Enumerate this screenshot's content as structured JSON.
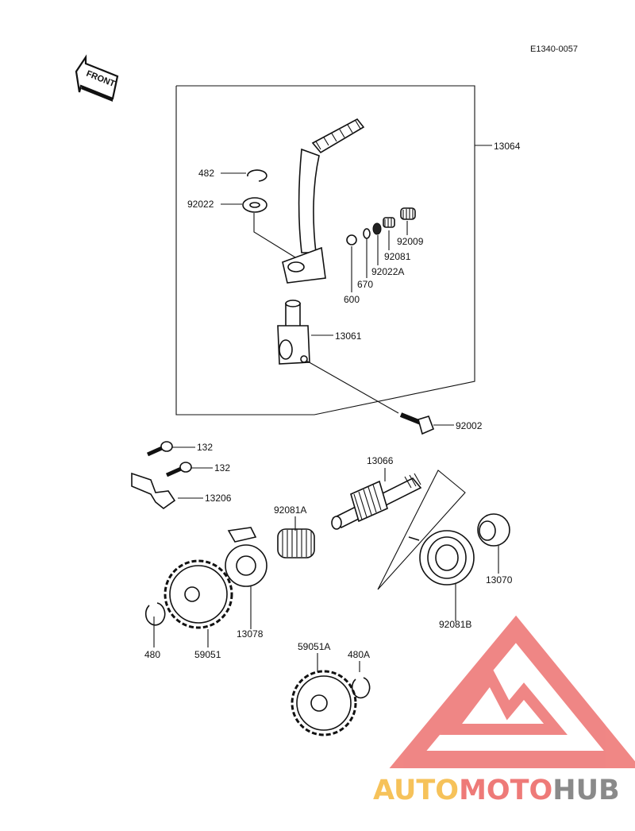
{
  "diagram_code": "E1340-0057",
  "front_label": "FRONT",
  "parts": {
    "p482": "482",
    "p92022": "92022",
    "p13064": "13064",
    "p92009": "92009",
    "p92081": "92081",
    "p92022A": "92022A",
    "p670": "670",
    "p600": "600",
    "p13061": "13061",
    "p92002": "92002",
    "p132a": "132",
    "p132b": "132",
    "p13206": "13206",
    "p13066": "13066",
    "p92081A": "92081A",
    "p13070": "13070",
    "p92081B": "92081B",
    "p13078": "13078",
    "p480": "480",
    "p59051": "59051",
    "p59051A": "59051A",
    "p480A": "480A"
  },
  "watermark": {
    "part1": "AUTO",
    "part2": "MOTO",
    "part3": "HUB",
    "color_light": "#f6c25a",
    "color_red": "#ee7a78",
    "color_gray": "#8a8a8a"
  }
}
